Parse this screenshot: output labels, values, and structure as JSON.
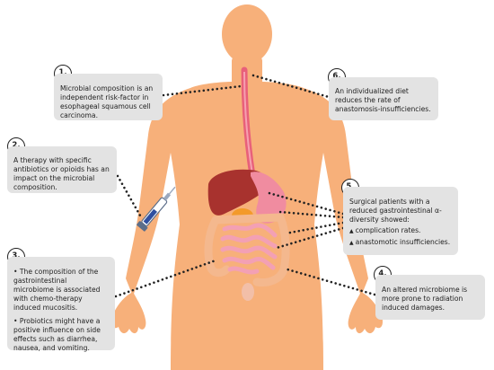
{
  "callouts": [
    {
      "number": "1.",
      "text": "Microbial composition is an independent risk-factor in esophageal squamous cell carcinoma."
    },
    {
      "number": "2.",
      "text": "A therapy with specific antibiotics or opioids has an impact on the microbial composition."
    },
    {
      "number": "3.",
      "bullets": [
        "• The composition of the gastrointestinal microbiome is associated with chemo-therapy induced mucositis.",
        "• Probiotics might have a positive influence on side effects such as diarrhea, nausea, and vomiting."
      ]
    },
    {
      "number": "4.",
      "text": "An altered microbiome is more prone to radiation induced damages."
    },
    {
      "number": "5.",
      "text": "Surgical patients with a reduced gastrointestinal α-diversity showed:",
      "items": [
        "complication rates.",
        "anastomotic insufficiencies."
      ]
    },
    {
      "number": "6.",
      "text": "An individualized diet reduces the rate of anastomosis-insufficiencies."
    }
  ],
  "colors": {
    "skin": "#f7b07a",
    "skin_dark": "#ea9a62",
    "box": "#e3e3e3",
    "liver": "#a8322e",
    "stomach": "#f08ca0",
    "intestine": "#f3a0b4",
    "colon": "#f4b88e",
    "esophagus": "#e8607a",
    "gallbladder": "#f39a2a",
    "leader": "#222222"
  }
}
